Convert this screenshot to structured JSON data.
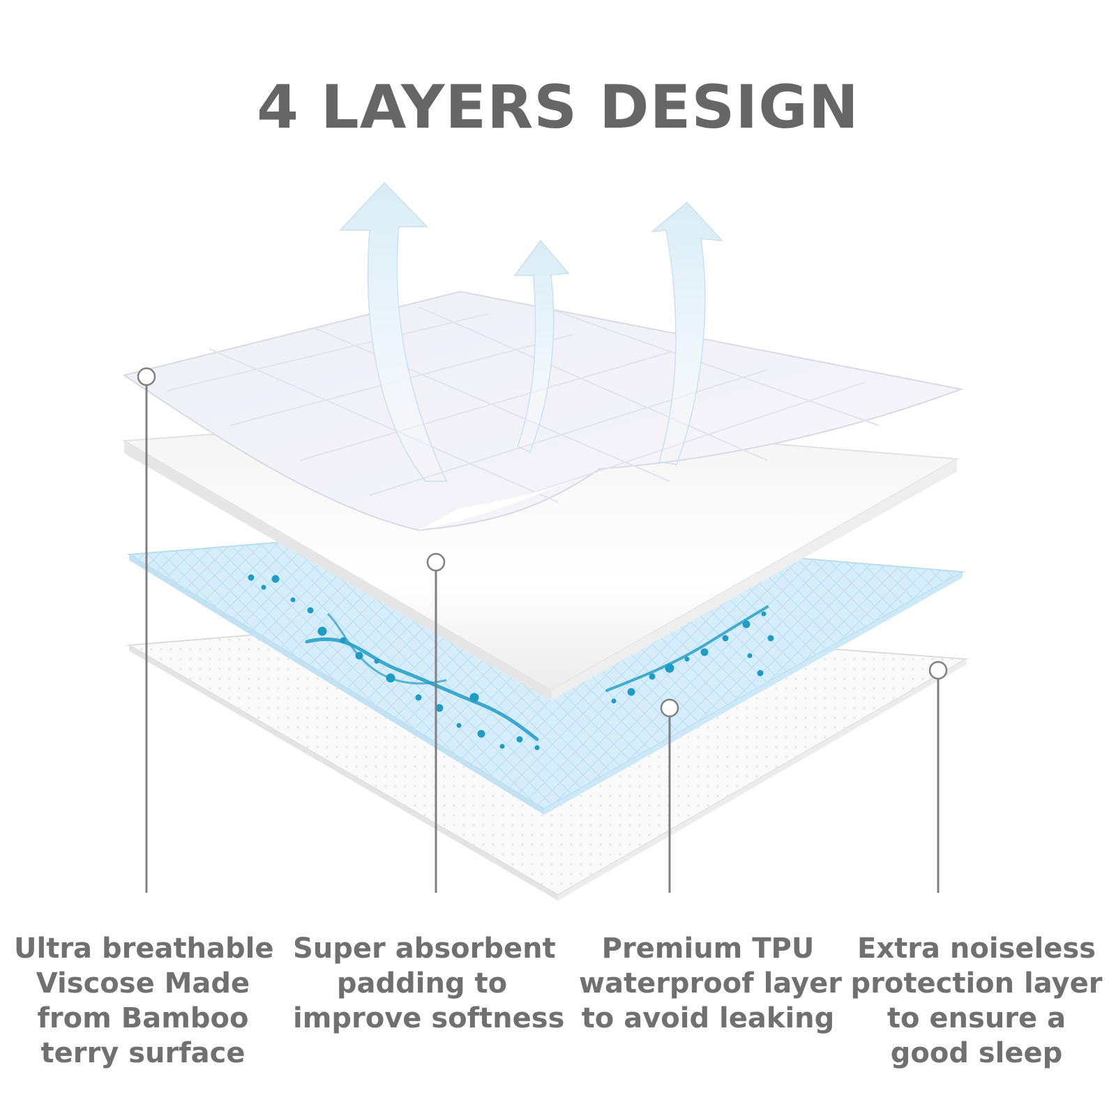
{
  "title": "4 LAYERS DESIGN",
  "colors": {
    "title": "#666666",
    "caption": "#707070",
    "leader_line": "#808080",
    "water": "#1f9cc4",
    "blue_layer": "#d6eefb"
  },
  "layers": [
    {
      "lines": [
        "Ultra breathable",
        "Viscose Made",
        "from Bamboo",
        "terry surface"
      ]
    },
    {
      "lines": [
        "Super absorbent",
        "padding to",
        "improve softness"
      ]
    },
    {
      "lines": [
        "Premium TPU",
        "waterproof layer",
        "to avoid leaking"
      ]
    },
    {
      "lines": [
        "Extra noiseless",
        "protection layer",
        "to ensure a",
        "good sleep"
      ]
    }
  ],
  "icons": [
    "up-arrow-icon",
    "up-arrow-icon",
    "up-arrow-icon",
    "water-splash-icon"
  ]
}
